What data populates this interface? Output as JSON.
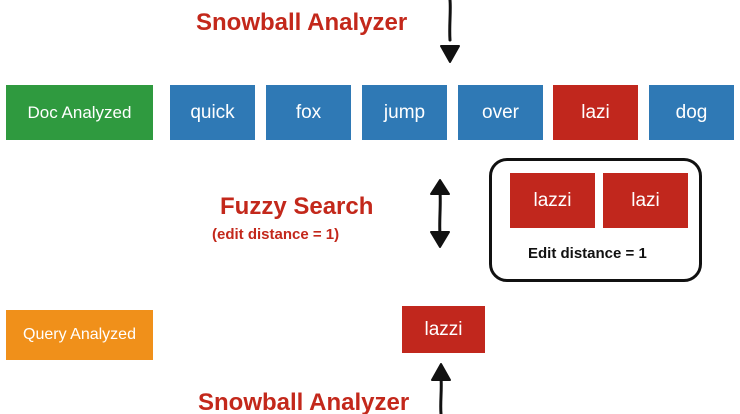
{
  "titles": {
    "snowball_top": "Snowball Analyzer",
    "snowball_bottom": "Snowball Analyzer",
    "fuzzy_search": "Fuzzy Search",
    "fuzzy_sub": "(edit distance = 1)"
  },
  "doc_row": {
    "label": "Doc Analyzed",
    "tokens": [
      "quick",
      "fox",
      "jump",
      "over",
      "lazi",
      "dog"
    ]
  },
  "fuzzy_box": {
    "terms": [
      "lazzi",
      "lazi"
    ],
    "caption": "Edit distance = 1"
  },
  "query_row": {
    "label": "Query Analyzed",
    "token": "lazzi"
  },
  "colors": {
    "green": "#2f9a3f",
    "blue": "#2f79b5",
    "red": "#c1271d",
    "orange": "#f0901a",
    "title_red": "#c3281b"
  }
}
